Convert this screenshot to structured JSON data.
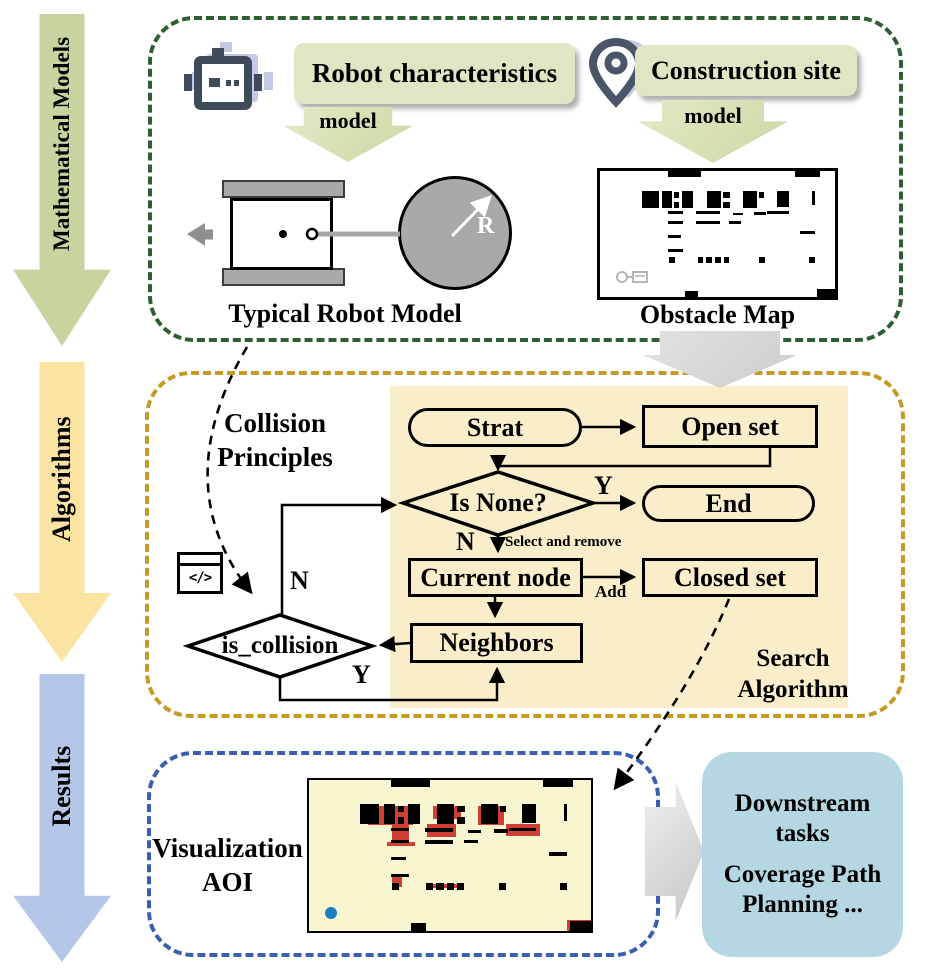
{
  "rail": {
    "items": [
      {
        "label": "Mathematical Models",
        "color": "#c7d4a0"
      },
      {
        "label": "Algorithms",
        "color": "#fbe3a2"
      },
      {
        "label": "Results",
        "color": "#b5c7e9"
      }
    ]
  },
  "models_section": {
    "robot_label": "Robot characteristics",
    "site_label": "Construction site",
    "model_arrow_label": "model",
    "robot_model_caption": "Typical Robot Model",
    "radius_label": "R",
    "obstacle_map_caption": "Obstacle Map"
  },
  "algorithms_section": {
    "collision_line1": "Collision",
    "collision_line2": "Principles",
    "search_line1": "Search",
    "search_line2": "Algorithm",
    "code_icon_glyph": "</>",
    "nodes": {
      "start": "Strat",
      "open_set": "Open set",
      "is_none": "Is None?",
      "end": "End",
      "current": "Current node",
      "closed": "Closed set",
      "neighbors": "Neighbors",
      "is_collision": "is_collision"
    },
    "edge_labels": {
      "yes1": "Y",
      "no1": "N",
      "select": "Select and remove",
      "add": "Add",
      "no2": "N",
      "yes2": "Y"
    }
  },
  "results_section": {
    "viz_line1": "Visualization",
    "viz_line2": "AOI",
    "downstream_line1": "Downstream tasks",
    "downstream_line2": "Coverage Path Planning ..."
  },
  "colors": {
    "models_accent": "#c7d4a0",
    "label_box_green": "#e0e6c3",
    "section_border_green": "#2e5e31",
    "algorithms_accent": "#fbe3a2",
    "section_border_gold": "#c49b26",
    "flowchart_bg": "#faeeca",
    "results_accent": "#b5c7e9",
    "section_border_blue": "#3a5fae",
    "downstream_bg": "#b5d7e3",
    "map_bg_yellow": "#f8f6d0",
    "obstacle_color": "#000000",
    "inflation_color": "#cf3f33",
    "robot_start_dot": "#1b7fc2",
    "gray_arrow": "#d8d8d8"
  },
  "site_blocks": [
    [
      29,
      0,
      14,
      4.5
    ],
    [
      83,
      0,
      10.5,
      4.5
    ],
    [
      18,
      16,
      7,
      13
    ],
    [
      26.5,
      16,
      4,
      13
    ],
    [
      31.5,
      17,
      2.2,
      4.5
    ],
    [
      31.5,
      24.5,
      2.2,
      4.5
    ],
    [
      35,
      16,
      4.5,
      13
    ],
    [
      45.5,
      16,
      6,
      13
    ],
    [
      52.5,
      17,
      2.8,
      4.5
    ],
    [
      52.5,
      24.5,
      2.8,
      4.5
    ],
    [
      61,
      16,
      6,
      13
    ],
    [
      67.8,
      17,
      2.2,
      4.5
    ],
    [
      75.5,
      16,
      5,
      12.5
    ],
    [
      90.3,
      16,
      1.2,
      11
    ],
    [
      29,
      31.5,
      6.5,
      2.3
    ],
    [
      41,
      32,
      10,
      2.3
    ],
    [
      56.5,
      33,
      4.5,
      2.3
    ],
    [
      65.5,
      32.5,
      5,
      2.3
    ],
    [
      71,
      31.5,
      9.5,
      2.3
    ],
    [
      29,
      39.5,
      6.5,
      2.3
    ],
    [
      41,
      40,
      10,
      2.3
    ],
    [
      55,
      39.5,
      5,
      2.3
    ],
    [
      85,
      48,
      6.5,
      2.3
    ],
    [
      29,
      51,
      5.5,
      2.3
    ],
    [
      29,
      62,
      6.5,
      2.3
    ],
    [
      29.5,
      68.5,
      2.5,
      4.5
    ],
    [
      41.5,
      68.5,
      2.5,
      4.5
    ],
    [
      45.2,
      68.5,
      2.5,
      4.5
    ],
    [
      48.9,
      68.5,
      2.5,
      4.5
    ],
    [
      52.6,
      68.5,
      2.5,
      4.5
    ],
    [
      67.5,
      68.5,
      2.5,
      4.5
    ],
    [
      89,
      68.5,
      2.5,
      4.5
    ],
    [
      36,
      95,
      5.5,
      5
    ],
    [
      92.5,
      93.5,
      7.5,
      6.5
    ]
  ],
  "red_zones": [
    [
      21,
      17,
      16,
      13
    ],
    [
      29.5,
      28,
      6,
      14
    ],
    [
      27.5,
      41,
      10,
      3
    ],
    [
      44,
      17,
      10,
      9
    ],
    [
      42,
      29,
      10,
      9
    ],
    [
      60,
      17,
      9,
      13
    ],
    [
      70,
      29,
      12,
      8
    ],
    [
      29.5,
      62,
      3.5,
      9
    ],
    [
      43,
      69.2,
      12,
      2
    ],
    [
      36,
      95,
      5,
      5
    ],
    [
      91.5,
      92.5,
      8.5,
      7.5
    ]
  ]
}
